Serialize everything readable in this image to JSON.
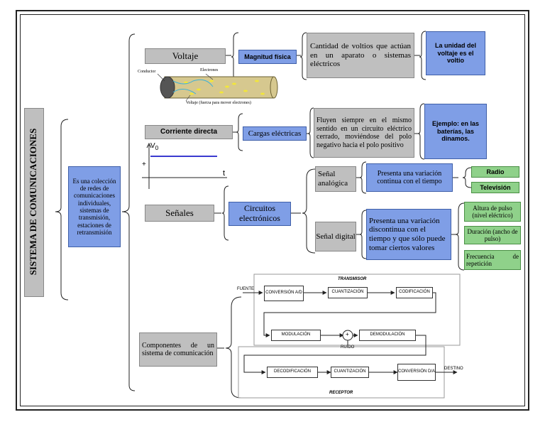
{
  "title": "SISTEMA DE COMUNICACIONES",
  "definition": "Es una colección de redes de comunicaciones individuales, sistemas de transmisión, estaciones de retransmisión",
  "voltaje": {
    "label": "Voltaje",
    "magnitud": "Magnitud física",
    "desc": "Cantidad de voltios que actúan en un aparato o sistemas eléctricos",
    "unidad": "La unidad del voltaje es el voltio",
    "wire_conductor": "Conductor",
    "wire_electrones": "Electrones",
    "wire_voltaje": "Voltaje (fuerza para mover electrones)"
  },
  "corriente": {
    "label": "Corriente directa",
    "cargas": "Cargas eléctricas",
    "desc": "Fluyen siempre en el mismo sentido en un circuito eléctrico cerrado, moviéndose del polo negativo hacia el polo positivo",
    "ejemplo": "Ejemplo: en las baterías, las dinamos.",
    "graph_v": "V",
    "graph_v_sub": "0",
    "graph_plus": "+",
    "graph_t": "t"
  },
  "senales": {
    "label": "Señales",
    "circuitos": "Circuitos electrónicos",
    "analogica": "Señal analógica",
    "analogica_desc": "Presenta una variación continua con el tiempo",
    "radio": "Radio",
    "television": "Televisión",
    "digital": "Señal digital",
    "digital_desc": "Presenta una variación discontinua con el tiempo y que sólo puede tomar ciertos valores",
    "altura": "Altura de pulso (nivel eléctrico)",
    "duracion": "Duración (ancho de pulso)",
    "frecuencia": "Frecuencia de repetición"
  },
  "componentes": {
    "label": "Componentes de un sistema de comunicación",
    "transmisor": "TRANSMISOR",
    "receptor": "RECEPTOR",
    "fuente": "FUENTE",
    "destino": "DESTINO",
    "ruido": "RUIDO",
    "conversion_ad": "CONVERSIÓN A/D",
    "cuantizacion": "CUANTIZACIÓN",
    "codificacion": "CODIFICACIÓN",
    "modulacion": "MODULACIÓN",
    "plus": "+",
    "demodulacion": "DEMODULACIÓN",
    "decodificacion": "DECODIFICACIÓN",
    "cuantizacion2": "CUANTIZACIÓN",
    "conversion_da": "CONVERSIÓN D/A"
  }
}
